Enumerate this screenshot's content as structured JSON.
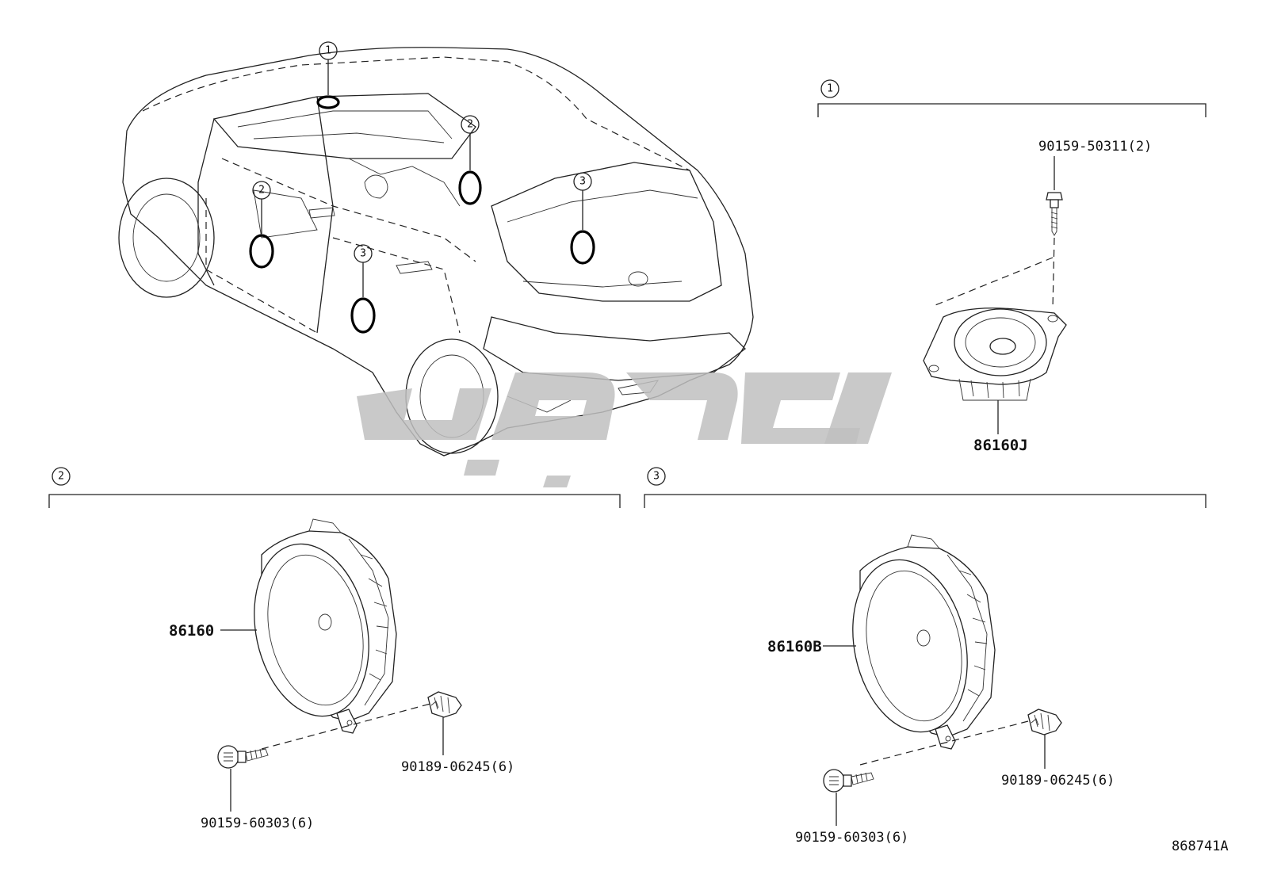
{
  "callouts": {
    "top_1": "1",
    "car_2a": "2",
    "car_2b": "2",
    "car_3a": "3",
    "car_3b": "3",
    "section_1": "1",
    "section_2": "2",
    "section_3": "3"
  },
  "parts": {
    "tweeter_bolt": "90159-50311(2)",
    "tweeter": "86160J",
    "front_speaker": "86160",
    "front_bolt": "90159-60303(6)",
    "front_clip": "90189-06245(6)",
    "rear_speaker": "86160B",
    "rear_bolt": "90159-60303(6)",
    "rear_clip": "90189-06245(6)"
  },
  "diagram_id": "868741A",
  "colors": {
    "line": "#222222",
    "watermark": "#bfbfbf"
  }
}
